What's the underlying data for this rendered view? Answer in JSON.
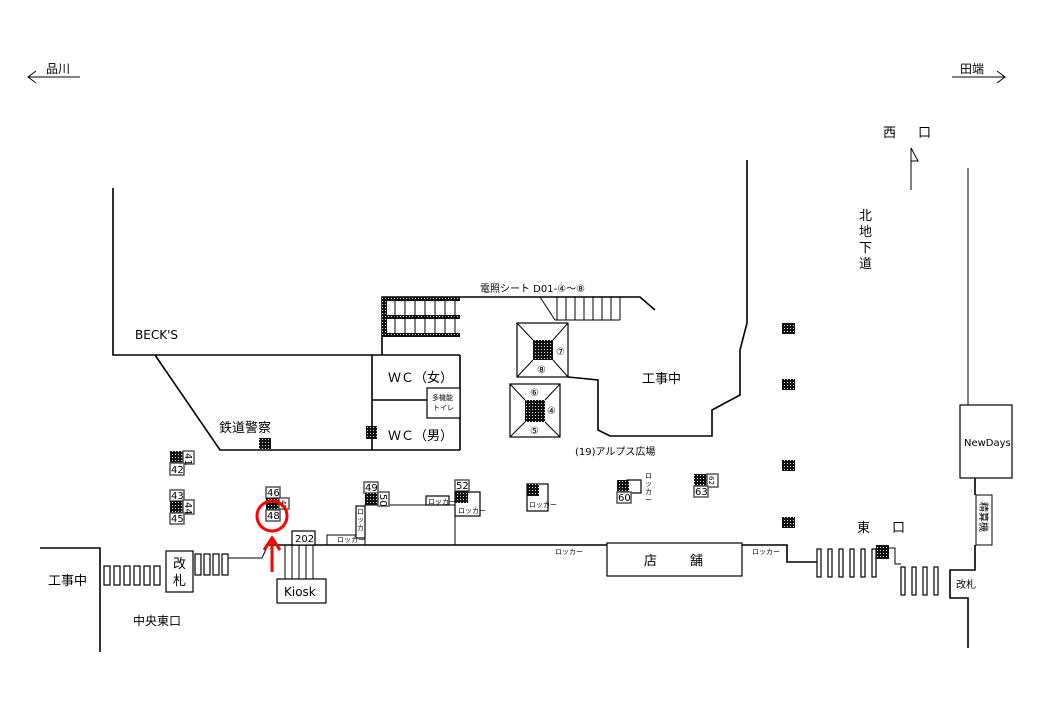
{
  "directions": {
    "left": "品川",
    "right": "田端"
  },
  "labels": {
    "west_exit": [
      "西",
      "口"
    ],
    "north_underpass": [
      "北",
      "地",
      "下",
      "道"
    ],
    "becks": "BECK'S",
    "railway_police": "鉄道警察",
    "wc_female": "ＷＣ（女）",
    "wc_male": "ＷＣ（男）",
    "multi_toilet": [
      "多機能",
      "トイレ"
    ],
    "sign_sheet": "電照シート  D01-④～⑧",
    "construction_center": "工事中",
    "construction_left": "工事中",
    "alps_plaza": "(19)アルプス広場",
    "east_exit": [
      "東",
      "口"
    ],
    "newdays": "NewDays",
    "fare_machine": "精算機",
    "gate_left": [
      "改",
      "札"
    ],
    "gate_right": "改札",
    "store": [
      "店",
      "舗"
    ],
    "kiosk": "Kiosk",
    "central_east_exit": "中央東口",
    "locker": "ロッカー",
    "locker_vertical": [
      "ロ",
      "ッ",
      "カ",
      "ー"
    ]
  },
  "pillar_numbers": {
    "n41": "41",
    "n42": "42",
    "n43": "43",
    "n44": "44",
    "n45": "45",
    "n46": "46",
    "n47": "47",
    "n48": "48",
    "n49": "49",
    "n50": "50",
    "n52": "52",
    "n60": "60",
    "n62": "62",
    "n63": "63",
    "n202": "202"
  },
  "sign_positions": {
    "p4": "④",
    "p5": "⑤",
    "p6": "⑥",
    "p7": "⑦",
    "p8": "⑧"
  },
  "highlight": {
    "target": "48",
    "color": "#ff0000"
  }
}
